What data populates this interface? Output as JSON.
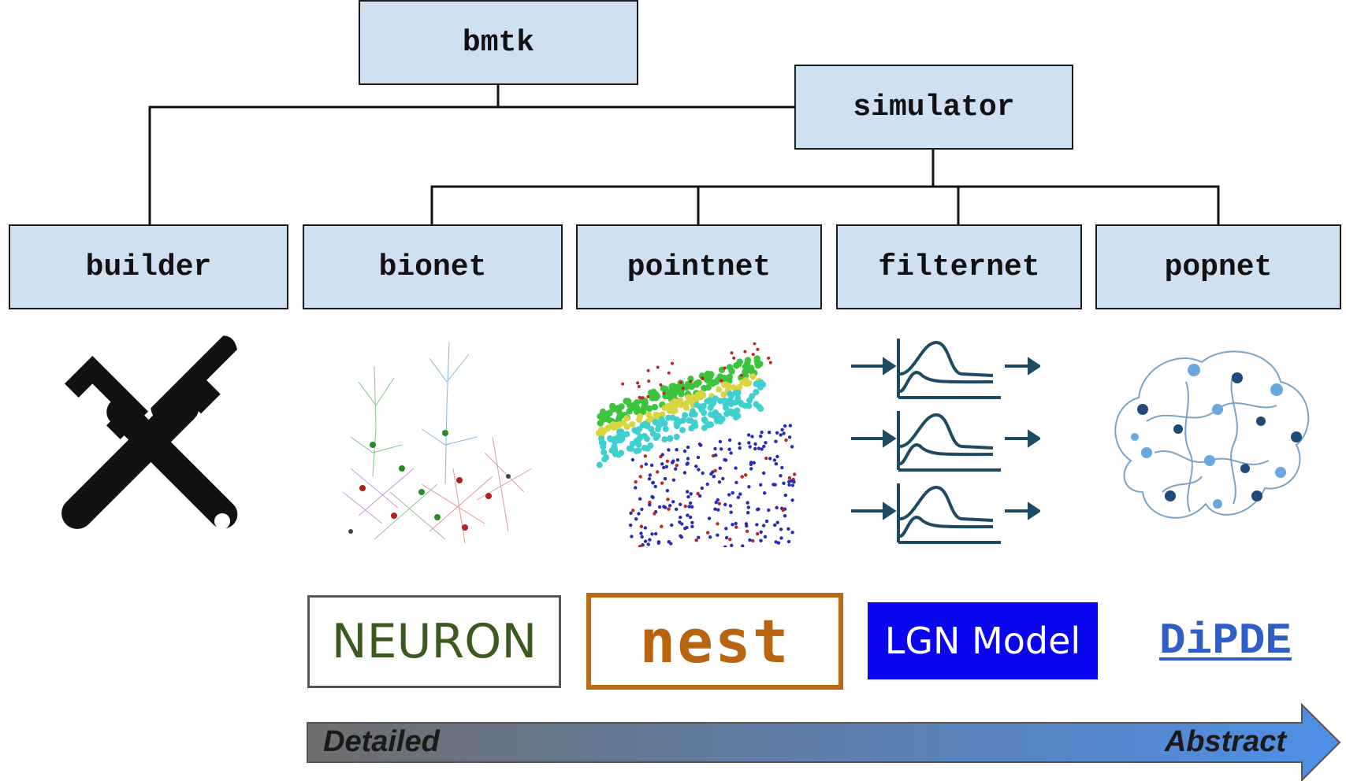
{
  "tree": {
    "root": "bmtk",
    "simulator": "simulator",
    "builder": "builder",
    "bionet": "bionet",
    "pointnet": "pointnet",
    "filternet": "filternet",
    "popnet": "popnet"
  },
  "icons": {
    "builder": "tools-icon",
    "bionet": "neuron-morphology-icon",
    "pointnet": "point-neuron-cloud-icon",
    "filternet": "filter-kernel-icon",
    "popnet": "brain-population-icon"
  },
  "backends": {
    "neuron": "NEURON",
    "nest": "nest",
    "lgn": "LGN Model",
    "dipde": "DiPDE"
  },
  "scale": {
    "left": "Detailed",
    "right": "Abstract"
  },
  "colors": {
    "node_fill": "#cfe0f1",
    "arrow_start": "#6e6e6e",
    "arrow_end": "#4f8fe8",
    "neuron_text": "#3b5a1f",
    "nest": "#bd6a12",
    "lgn_fill": "#0a07ee",
    "dipde": "#2f5fc6"
  }
}
